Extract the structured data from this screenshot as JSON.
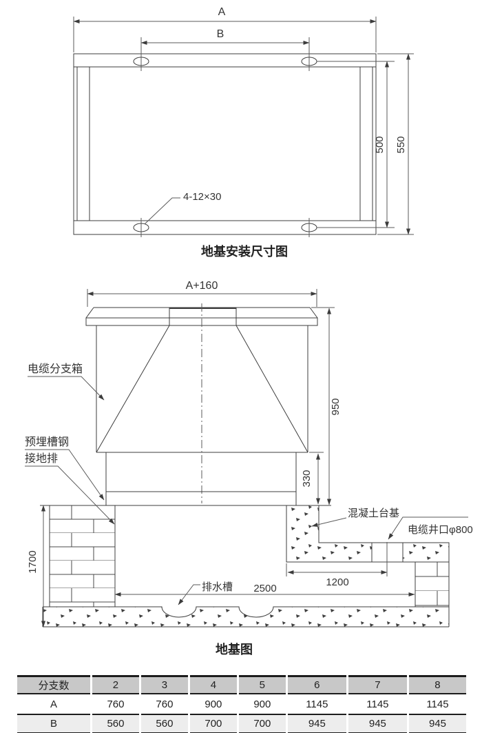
{
  "top_diagram": {
    "title": "地基安装尺寸图",
    "dim_a": "A",
    "dim_b": "B",
    "dim_500": "500",
    "dim_550": "550",
    "bolt_note": "4-12×30"
  },
  "foundation_diagram": {
    "title": "地基图",
    "dim_a160": "A+160",
    "dim_950": "950",
    "dim_330": "330",
    "dim_1700": "1700",
    "dim_1200": "1200",
    "dim_2500": "2500",
    "label_cable_box": "电缆分支箱",
    "label_embedded_channel": "预埋槽钢",
    "label_grounding_bar": "接地排",
    "label_concrete_base": "混凝土台基",
    "label_cable_well": "电缆井口φ800",
    "label_drain": "排水槽"
  },
  "table": {
    "rows": [
      [
        "分支数",
        "2",
        "3",
        "4",
        "5",
        "6",
        "7",
        "8"
      ],
      [
        "A",
        "760",
        "760",
        "900",
        "900",
        "1145",
        "1145",
        "1145"
      ],
      [
        "B",
        "560",
        "560",
        "700",
        "700",
        "945",
        "945",
        "945"
      ]
    ]
  },
  "colors": {
    "line": "#3c3c3c",
    "table_header_bg": "#c8c8c8",
    "table_alt_row_bg": "#ededed",
    "table_border": "#1c1c1c"
  }
}
